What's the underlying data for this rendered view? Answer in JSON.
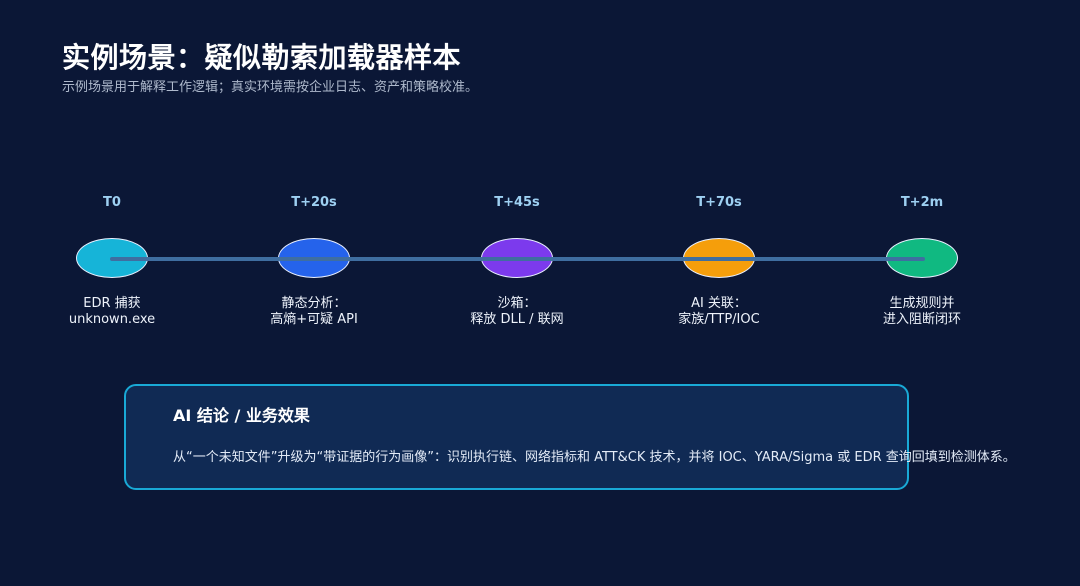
{
  "header": {
    "title": "实例场景：疑似勒索加载器样本",
    "subtitle": "示例场景用于解释工作逻辑；真实环境需按企业日志、资产和策略校准。"
  },
  "timeline": {
    "steps": [
      {
        "time": "T0",
        "line1": "EDR 捕获",
        "line2": "unknown.exe",
        "color": "#16b4d8"
      },
      {
        "time": "T+20s",
        "line1": "静态分析：",
        "line2": "高熵+可疑 API",
        "color": "#2563eb"
      },
      {
        "time": "T+45s",
        "line1": "沙箱：",
        "line2": "释放 DLL / 联网",
        "color": "#7c3aed"
      },
      {
        "time": "T+70s",
        "line1": "AI 关联：",
        "line2": "家族/TTP/IOC",
        "color": "#f59e0b"
      },
      {
        "time": "T+2m",
        "line1": "生成规则并",
        "line2": "进入阻断闭环",
        "color": "#10b981"
      }
    ]
  },
  "conclusion": {
    "title": "AI 结论 / 业务效果",
    "body": "从“一个未知文件”升级为“带证据的行为画像”：识别执行链、网络指标和 ATT&CK 技术，并将 IOC、YARA/Sigma 或 EDR 查询回填到检测体系。"
  }
}
